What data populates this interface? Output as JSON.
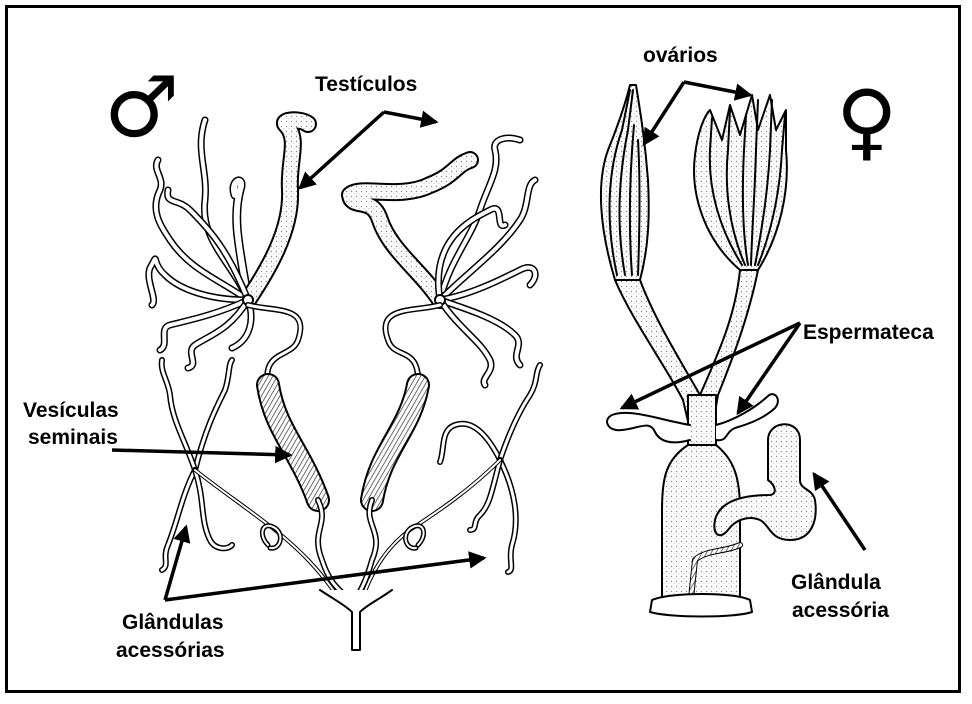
{
  "symbols": {
    "male": "♂",
    "female": "♀"
  },
  "labels": {
    "testiculos": "Testículos",
    "vesiculas_line1": "Vesículas",
    "vesiculas_line2": "seminais",
    "glandulas_line1": "Glândulas",
    "glandulas_line2": "acessórias",
    "ovarios": "ovários",
    "espermateca": "Espermateca",
    "glandula_line1": "Glândula",
    "glandula_line2": "acessória"
  },
  "colors": {
    "ink": "#000000",
    "background": "#ffffff",
    "stipple": "#9a9a9a"
  }
}
